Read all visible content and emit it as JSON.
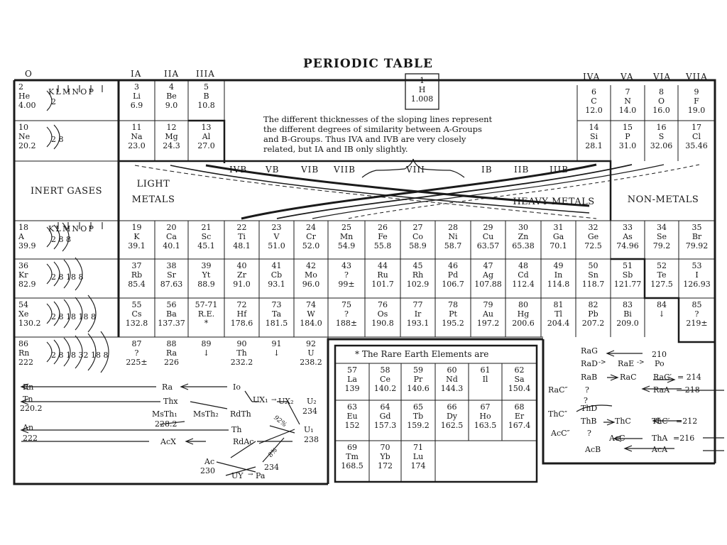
{
  "title": "PERIODIC TABLE",
  "group_headers": {
    "g0": "O",
    "g1a": "IA",
    "g2a": "IIA",
    "g3a": "IIIA",
    "g4a": "IVA",
    "g5a": "VA",
    "g6a": "VIA",
    "g7a": "VIIA"
  },
  "b_group_headers": {
    "ivb": "IVB",
    "vb": "VB",
    "vib": "VIB",
    "viib": "VIIB",
    "viii": "VIII",
    "ib": "IB",
    "iib": "IIB",
    "iiib": "IIIB"
  },
  "hydrogen": {
    "num": "1",
    "sym": "H",
    "wt": "1.008"
  },
  "note_lines": [
    "The different thicknesses of the sloping lines represent",
    "the different degrees of similarity between A-Groups",
    "and B-Groups. Thus IVA and IVB are very closely",
    "related, but IA and IB only slightly."
  ],
  "section_labels": {
    "inert": "INERT GASES",
    "light_1": "LIGHT",
    "light_2": "METALS",
    "heavy": "HEAVY METALS",
    "nonmetals": "NON-METALS"
  },
  "shells": {
    "header": [
      "K",
      "L",
      "M",
      "N",
      "O",
      "P"
    ],
    "rows": [
      [
        "2"
      ],
      [
        "2",
        "8"
      ],
      [
        "2",
        "8",
        "8"
      ],
      [
        "2",
        "8",
        "18",
        "8"
      ],
      [
        "2",
        "8",
        "18",
        "18",
        "8"
      ],
      [
        "2",
        "8",
        "18",
        "32",
        "18",
        "8"
      ]
    ]
  },
  "elements": {
    "He": [
      "2",
      "He",
      "4.00"
    ],
    "Ne": [
      "10",
      "Ne",
      "20.2"
    ],
    "A": [
      "18",
      "A",
      "39.9"
    ],
    "Kr": [
      "36",
      "Kr",
      "82.9"
    ],
    "Xe": [
      "54",
      "Xe",
      "130.2"
    ],
    "Rn": [
      "86",
      "Rn",
      "222"
    ],
    "Li": [
      "3",
      "Li",
      "6.9"
    ],
    "Be": [
      "4",
      "Be",
      "9.0"
    ],
    "B": [
      "5",
      "B",
      "10.8"
    ],
    "Na": [
      "11",
      "Na",
      "23.0"
    ],
    "Mg": [
      "12",
      "Mg",
      "24.3"
    ],
    "Al": [
      "13",
      "Al",
      "27.0"
    ],
    "C": [
      "6",
      "C",
      "12.0"
    ],
    "N": [
      "7",
      "N",
      "14.0"
    ],
    "O": [
      "8",
      "O",
      "16.0"
    ],
    "F": [
      "9",
      "F",
      "19.0"
    ],
    "Si": [
      "14",
      "Si",
      "28.1"
    ],
    "P": [
      "15",
      "P",
      "31.0"
    ],
    "S": [
      "16",
      "S",
      "32.06"
    ],
    "Cl": [
      "17",
      "Cl",
      "35.46"
    ],
    "K": [
      "19",
      "K",
      "39.1"
    ],
    "Ca": [
      "20",
      "Ca",
      "40.1"
    ],
    "Sc": [
      "21",
      "Sc",
      "45.1"
    ],
    "Ti": [
      "22",
      "Ti",
      "48.1"
    ],
    "V": [
      "23",
      "V",
      "51.0"
    ],
    "Cr": [
      "24",
      "Cr",
      "52.0"
    ],
    "Mn": [
      "25",
      "Mn",
      "54.9"
    ],
    "Fe": [
      "26",
      "Fe",
      "55.8"
    ],
    "Co": [
      "27",
      "Co",
      "58.9"
    ],
    "Ni": [
      "28",
      "Ni",
      "58.7"
    ],
    "Cu": [
      "29",
      "Cu",
      "63.57"
    ],
    "Zn": [
      "30",
      "Zn",
      "65.38"
    ],
    "Ga": [
      "31",
      "Ga",
      "70.1"
    ],
    "Ge": [
      "32",
      "Ge",
      "72.5"
    ],
    "As": [
      "33",
      "As",
      "74.96"
    ],
    "Se": [
      "34",
      "Se",
      "79.2"
    ],
    "Br": [
      "35",
      "Br",
      "79.92"
    ],
    "Rb": [
      "37",
      "Rb",
      "85.4"
    ],
    "Sr": [
      "38",
      "Sr",
      "87.63"
    ],
    "Yt": [
      "39",
      "Yt",
      "88.9"
    ],
    "Zr": [
      "40",
      "Zr",
      "91.0"
    ],
    "Cb": [
      "41",
      "Cb",
      "93.1"
    ],
    "Mo": [
      "42",
      "Mo",
      "96.0"
    ],
    "e43": [
      "43",
      "?",
      "99±"
    ],
    "Ru": [
      "44",
      "Ru",
      "101.7"
    ],
    "Rh": [
      "45",
      "Rh",
      "102.9"
    ],
    "Pd": [
      "46",
      "Pd",
      "106.7"
    ],
    "Ag": [
      "47",
      "Ag",
      "107.88"
    ],
    "Cd": [
      "48",
      "Cd",
      "112.4"
    ],
    "In": [
      "49",
      "In",
      "114.8"
    ],
    "Sn": [
      "50",
      "Sn",
      "118.7"
    ],
    "Sb": [
      "51",
      "Sb",
      "121.77"
    ],
    "Te": [
      "52",
      "Te",
      "127.5"
    ],
    "I": [
      "53",
      "I",
      "126.93"
    ],
    "Cs": [
      "55",
      "Cs",
      "132.8"
    ],
    "Ba": [
      "56",
      "Ba",
      "137.37"
    ],
    "RE": [
      "57-71",
      "R.E.",
      "*"
    ],
    "Hf": [
      "72",
      "Hf",
      "178.6"
    ],
    "Ta": [
      "73",
      "Ta",
      "181.5"
    ],
    "W": [
      "74",
      "W",
      "184.0"
    ],
    "e75": [
      "75",
      "?",
      "188±"
    ],
    "Os": [
      "76",
      "Os",
      "190.8"
    ],
    "Ir": [
      "77",
      "Ir",
      "193.1"
    ],
    "Pt": [
      "78",
      "Pt",
      "195.2"
    ],
    "Au": [
      "79",
      "Au",
      "197.2"
    ],
    "Hg": [
      "80",
      "Hg",
      "200.6"
    ],
    "Tl": [
      "81",
      "Tl",
      "204.4"
    ],
    "Pb": [
      "82",
      "Pb",
      "207.2"
    ],
    "Bi": [
      "83",
      "Bi",
      "209.0"
    ],
    "e84": [
      "84",
      "↓",
      ""
    ],
    "e85": [
      "85",
      "?",
      "219±"
    ],
    "e87": [
      "87",
      "?",
      "225±"
    ],
    "Ra": [
      "88",
      "Ra",
      "226"
    ],
    "e89": [
      "89",
      "↓",
      ""
    ],
    "Th": [
      "90",
      "Th",
      "232.2"
    ],
    "e91": [
      "91",
      "↓",
      ""
    ],
    "U": [
      "92",
      "U",
      "238.2"
    ]
  },
  "rare_earth": {
    "title": "* The Rare Earth Elements are",
    "cells": [
      [
        "57",
        "La",
        "139"
      ],
      [
        "58",
        "Ce",
        "140.2"
      ],
      [
        "59",
        "Pr",
        "140.6"
      ],
      [
        "60",
        "Nd",
        "144.3"
      ],
      [
        "61",
        "Il",
        ""
      ],
      [
        "62",
        "Sa",
        "150.4"
      ],
      [
        "63",
        "Eu",
        "152"
      ],
      [
        "64",
        "Gd",
        "157.3"
      ],
      [
        "65",
        "Tb",
        "159.2"
      ],
      [
        "66",
        "Dy",
        "162.5"
      ],
      [
        "67",
        "Ho",
        "163.5"
      ],
      [
        "68",
        "Er",
        "167.4"
      ],
      [
        "69",
        "Tm",
        "168.5"
      ],
      [
        "70",
        "Yb",
        "172"
      ],
      [
        "71",
        "Lu",
        "174"
      ]
    ]
  },
  "decay_left": {
    "rn": "Rn",
    "tn": "Tn",
    "tn_wt": "220.2",
    "an": "An",
    "an_wt": "222",
    "ra": "Ra",
    "io": "Io",
    "ux1": "UX₁",
    "ux2": "UX₂",
    "u2": "U₂",
    "u2_wt": "234",
    "thx": "Thx",
    "msth1": "MsTh₁",
    "msth2": "MsTh₂",
    "rdth": "RdTh",
    "msth_wt": "228.2",
    "th": "Th",
    "acx": "AcX",
    "rdac": "RdAc",
    "u1": "U₁",
    "u1_wt": "238",
    "ac": "Ac",
    "ac_wt": "230",
    "uy": "UY",
    "pa": "Pa",
    "pa_wt": "234",
    "pct1": "92%",
    "pct2": "8%"
  },
  "decay_right": {
    "rag": "RaG",
    "rag_wt": "210",
    "rad": "RaD",
    "rae": "RaE",
    "po": "Po",
    "rab": "RaB",
    "rac": "RaC",
    "rac1": "RaC′",
    "rac1_wt": "= 214",
    "rac2": "RaC″",
    "q1": "?",
    "raa": "RaA",
    "raa_wt": "= 218",
    "q2": "?",
    "thc2": "ThC″",
    "thd": "ThD",
    "thb": "ThB",
    "thc": "ThC",
    "thc1": "ThC′",
    "thc1_wt": "=212",
    "acc2": "AcC″",
    "q3": "?",
    "acc": "AcC",
    "tha": "ThA",
    "tha_wt": "=216",
    "acb": "AcB",
    "aca": "AcA"
  }
}
